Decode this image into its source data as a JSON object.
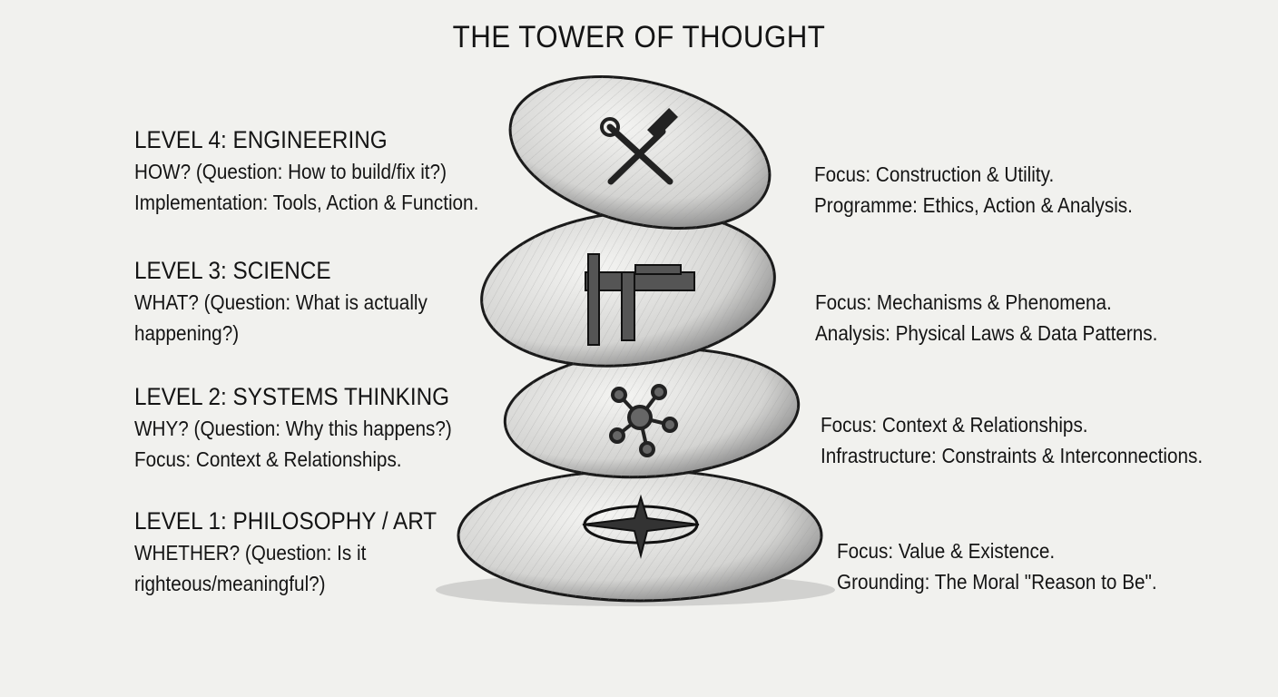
{
  "title": "THE TOWER OF THOUGHT",
  "levels": [
    {
      "heading": "LEVEL 4: ENGINEERING",
      "left": [
        "HOW? (Question: How to build/fix it?)",
        "Implementation: Tools, Action & Function."
      ],
      "right": [
        "Focus: Construction & Utility.",
        "Programme: Ethics, Action & Analysis."
      ],
      "icon": "wrench-hammer-icon"
    },
    {
      "heading": "LEVEL 3: SCIENCE",
      "left": [
        "WHAT? (Question: What is actually",
        "happening?)"
      ],
      "right": [
        "Focus: Mechanisms & Phenomena.",
        "Analysis: Physical Laws & Data Patterns."
      ],
      "icon": "caliper-icon"
    },
    {
      "heading": "LEVEL 2: SYSTEMS THINKING",
      "left": [
        "WHY? (Question: Why this happens?)",
        "Focus: Context & Relationships."
      ],
      "right": [
        "Focus: Context & Relationships.",
        "Infrastructure: Constraints & Interconnections."
      ],
      "icon": "network-icon"
    },
    {
      "heading": "LEVEL 1: PHILOSOPHY / ART",
      "left": [
        "WHETHER? (Question: Is it",
        "righteous/meaningful?)"
      ],
      "right": [
        "Focus: Value & Existence.",
        "Grounding: The Moral \"Reason to Be\"."
      ],
      "icon": "compass-rose-icon"
    }
  ]
}
